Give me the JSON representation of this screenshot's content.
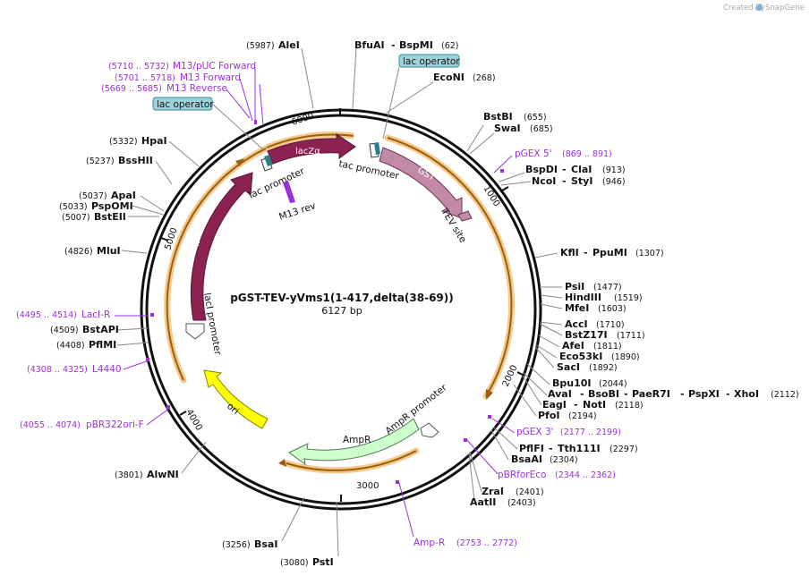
{
  "credit": "Created by",
  "credit_brand": "SnapGene",
  "plasmid": {
    "name": "pGST-TEV-yVms1(1-417,delta(38-69))",
    "size": "6127 bp",
    "length": 6127
  },
  "ticks": [
    "1000",
    "2000",
    "3000",
    "4000",
    "5000",
    "6000"
  ],
  "sites": [
    {
      "name": "AleI",
      "pos": "(5987)"
    },
    {
      "name": "BfuAI",
      "sep": "-",
      "name2": "BspMI",
      "pos": "(62)"
    },
    {
      "name": "EcoNI",
      "pos": "(268)"
    },
    {
      "name": "BstBI",
      "pos": "(655)"
    },
    {
      "name": "SwaI",
      "pos": "(685)"
    },
    {
      "name": "BspDI",
      "sep": "-",
      "name2": "ClaI",
      "pos": "(913)"
    },
    {
      "name": "NcoI",
      "sep": "-",
      "name2": "StyI",
      "pos": "(946)"
    },
    {
      "name": "KflI",
      "sep": "-",
      "name2": "PpuMI",
      "pos": "(1307)"
    },
    {
      "name": "PsiI",
      "pos": "(1477)"
    },
    {
      "name": "HindIII",
      "pos": "(1519)"
    },
    {
      "name": "MfeI",
      "pos": "(1603)"
    },
    {
      "name": "AccI",
      "pos": "(1710)"
    },
    {
      "name": "BstZ17I",
      "pos": "(1711)"
    },
    {
      "name": "AfeI",
      "pos": "(1811)"
    },
    {
      "name": "Eco53kI",
      "pos": "(1890)"
    },
    {
      "name": "SacI",
      "pos": "(1892)"
    },
    {
      "name": "Bpu10I",
      "pos": "(2044)"
    },
    {
      "name": "AvaI",
      "sep": "-",
      "name2": "BsoBI",
      "sep2": "-",
      "name3": "PaeR7I",
      "sep3": "-",
      "name4": "PspXI",
      "sep4": "-",
      "name5": "XhoI",
      "pos": "(2112)"
    },
    {
      "name": "EagI",
      "sep": "-",
      "name2": "NotI",
      "pos": "(2118)"
    },
    {
      "name": "PfoI",
      "pos": "(2194)"
    },
    {
      "name": "PflFI",
      "sep": "-",
      "name2": "Tth111I",
      "pos": "(2297)"
    },
    {
      "name": "BsaAI",
      "pos": "(2304)"
    },
    {
      "name": "ZraI",
      "pos": "(2401)"
    },
    {
      "name": "AatII",
      "pos": "(2403)"
    },
    {
      "name": "PstI",
      "pos": "(3080)"
    },
    {
      "name": "BsaI",
      "pos": "(3256)"
    },
    {
      "name": "AlwNI",
      "pos": "(3801)"
    },
    {
      "name": "MluI",
      "pos": "(4826)"
    },
    {
      "name": "BstEII",
      "pos": "(5007)"
    },
    {
      "name": "PspOMI",
      "pos": "(5033)"
    },
    {
      "name": "ApaI",
      "pos": "(5037)"
    },
    {
      "name": "BssHII",
      "pos": "(5237)"
    },
    {
      "name": "HpaI",
      "pos": "(5332)"
    },
    {
      "name": "BstAPI",
      "pos": "(4509)"
    },
    {
      "name": "PflMI",
      "pos": "(4408)"
    }
  ],
  "primers": [
    {
      "name": "M13/pUC Forward",
      "pos": "(5710 .. 5732)"
    },
    {
      "name": "M13 Forward",
      "pos": "(5701 .. 5718)"
    },
    {
      "name": "M13 Reverse",
      "pos": "(5669 .. 5685)"
    },
    {
      "name": "pGEX 5'",
      "pos": "(869 .. 891)"
    },
    {
      "name": "pGEX 3'",
      "pos": "(2177 .. 2199)"
    },
    {
      "name": "pBRforEco",
      "pos": "(2344 .. 2362)"
    },
    {
      "name": "Amp-R",
      "pos": "(2753 .. 2772)"
    },
    {
      "name": "pBR322ori-F",
      "pos": "(4055 .. 4074)"
    },
    {
      "name": "L4440",
      "pos": "(4308 .. 4325)"
    },
    {
      "name": "LacI-R",
      "pos": "(4495 .. 4514)"
    }
  ],
  "features": {
    "lac_operator_1": "lac operator",
    "lac_operator_2": "lac operator",
    "lacZa": "lacZα",
    "lac_promoter": "lac promoter",
    "tac_promoter": "tac promoter",
    "m13_rev": "M13 rev",
    "gst": "GST",
    "tev_site": "TEV site",
    "laci": "lacI",
    "laci_promoter": "lacI promoter",
    "ori": "ori",
    "ampr": "AmpR",
    "ampr_promoter": "AmpR promoter"
  },
  "colors": {
    "lacZa": "#8b2252",
    "laci": "#8b2252",
    "gst": "#c28aa6",
    "tev": "#c28aa6",
    "ori": "#ffff00",
    "ampr": "#ccffcc",
    "promoter": "#ffffff",
    "operator": "#9fd3dc",
    "orange": "#f0a030",
    "primer": "#9b30d9"
  }
}
